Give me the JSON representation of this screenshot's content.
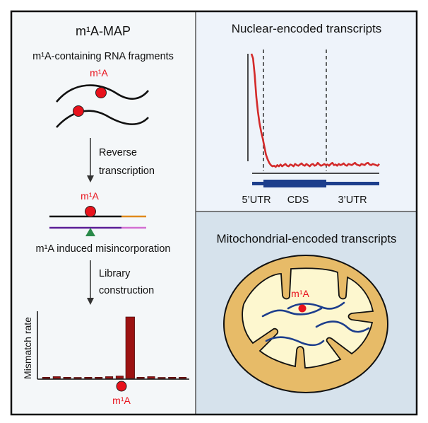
{
  "left_panel": {
    "title": "m¹A-MAP",
    "subtitle": "m¹A-containing RNA fragments",
    "mark_label": "m¹A",
    "step1": [
      "Reverse",
      "transcription"
    ],
    "misincorporation": "m¹A induced misincorporation",
    "step2": [
      "Library",
      "construction"
    ],
    "chart_ylabel": "Mismatch rate"
  },
  "nuclear_panel": {
    "title": "Nuclear-encoded transcripts",
    "region_labels": [
      "5’UTR",
      "CDS",
      "3’UTR"
    ]
  },
  "mito_panel": {
    "title": "Mitochondrial-encoded transcripts",
    "mark_label": "m¹A"
  },
  "colors": {
    "left_bg": "#f4f7f9",
    "nuclear_bg": "#eef3fa",
    "mito_bg": "#d6e2ec",
    "red": "#e8121c",
    "dark_red": "#9c1212",
    "navy": "#1d3e8c",
    "mito_outer": "#e7bb68",
    "mito_inner": "#fdf7cf",
    "orange": "#e08a1c",
    "purple": "#5a1d96",
    "pink": "#d26fd2",
    "green": "#2a8a4a"
  },
  "chart_data": {
    "type": "bar",
    "ylabel": "Mismatch rate",
    "xlabel": "m¹A",
    "values": [
      0.02,
      0.03,
      0.02,
      0.01,
      0.02,
      0.02,
      0.03,
      0.04,
      1.0,
      0.02,
      0.03,
      0.01,
      0.02,
      0.02
    ],
    "peak_index": 8
  },
  "profile_data": {
    "type": "line",
    "description_regions": [
      "5’UTR",
      "CDS",
      "3’UTR"
    ],
    "values": [
      1.0,
      0.96,
      0.82,
      0.63,
      0.5,
      0.4,
      0.33,
      0.27,
      0.2,
      0.13,
      0.09,
      0.06,
      0.04,
      0.03,
      0.035,
      0.025,
      0.04,
      0.03,
      0.045,
      0.03,
      0.04,
      0.05,
      0.035,
      0.03,
      0.045,
      0.04,
      0.03,
      0.05,
      0.04,
      0.035,
      0.045,
      0.055,
      0.04,
      0.035,
      0.05,
      0.04,
      0.03,
      0.045,
      0.05,
      0.035,
      0.04,
      0.06,
      0.045,
      0.035,
      0.04,
      0.05,
      0.04,
      0.045,
      0.035,
      0.05,
      0.06,
      0.04,
      0.045,
      0.035,
      0.05,
      0.04,
      0.045,
      0.055,
      0.04,
      0.035,
      0.05,
      0.045,
      0.04,
      0.05,
      0.06,
      0.045,
      0.04,
      0.035,
      0.05,
      0.045,
      0.04,
      0.055,
      0.06,
      0.045,
      0.04,
      0.05,
      0.045,
      0.04,
      0.035,
      0.05
    ]
  }
}
